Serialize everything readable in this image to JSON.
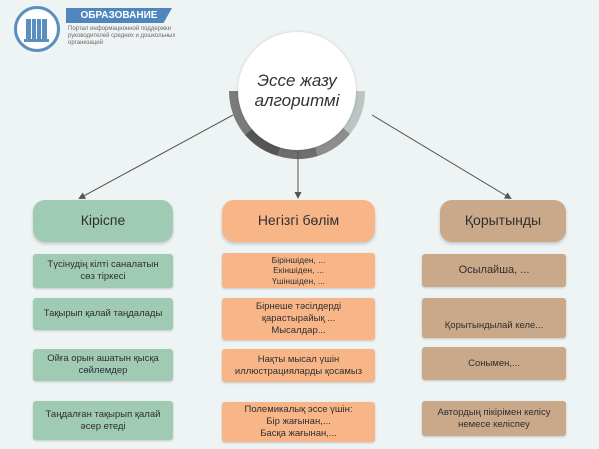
{
  "logo": {
    "banner": "ОБРАЗОВАНИЕ",
    "caption": "Портал информационной поддержки руководителей средних и дошкольных организаций"
  },
  "title": "Эссе жазу алгоритмі",
  "columns": [
    {
      "header": "Кіріспе",
      "items": [
        "Түсінудің кілті саналатын сөз тіркесі",
        "Тақырып қалай таңдалады",
        "Ойға орын ашатын қысқа сөйлемдер",
        "Таңдалған тақырып қалай әсер етеді"
      ]
    },
    {
      "header": "Негізгі бөлім",
      "items": [
        "Біріншіден, ...\nЕкіншіден, ...\nҮшіншіден, ...",
        "Бірнеше тәсілдерді қарастырайық ...\nМысалдар...",
        "Нақты мысал үшін иллюстрацияларды қосамыз",
        "Полемикалық эссе үшін:\nБір жағынан,...\nБасқа жағынан,..."
      ]
    },
    {
      "header": "Қорытынды",
      "items": [
        "Осылайша, ...",
        "Қорытындылай келе...",
        "Сонымен,...",
        "Автордың пікірімен келісу немесе келіспеу"
      ]
    }
  ],
  "colors": {
    "green": "#9fcab4",
    "orange": "#f8b688",
    "tan": "#c9a98a",
    "logo_blue": "#4f86bd"
  }
}
